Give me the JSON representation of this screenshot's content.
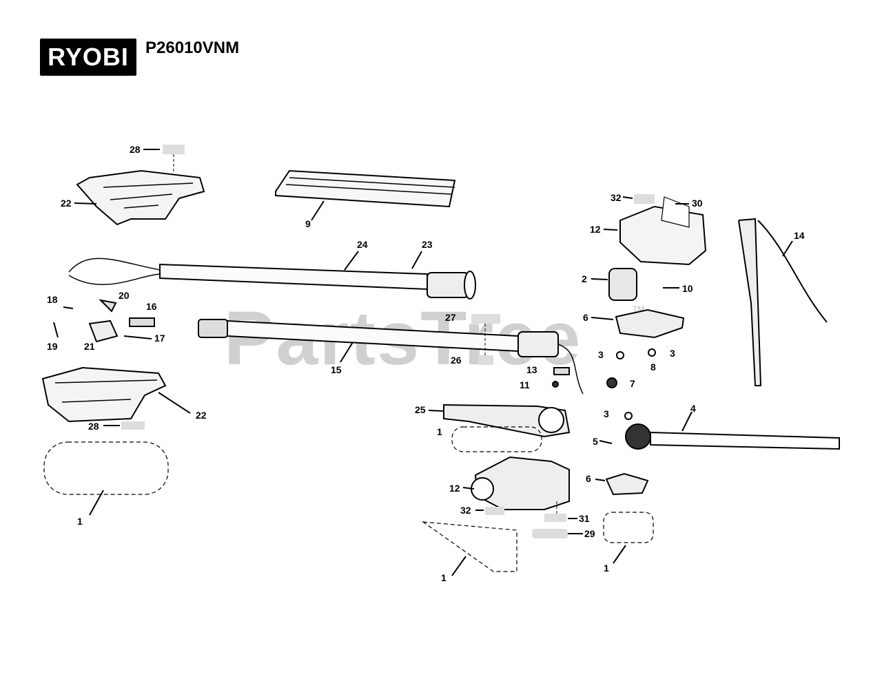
{
  "brand": {
    "logo_text": "RYOBI",
    "model": "P26010VNM"
  },
  "watermark": {
    "text": "PartsTree",
    "tm": "TM"
  },
  "callouts": [
    "28",
    "22",
    "9",
    "24",
    "23",
    "32",
    "30",
    "12",
    "14",
    "2",
    "10",
    "18",
    "20",
    "16",
    "19",
    "21",
    "17",
    "6",
    "27",
    "15",
    "3",
    "3",
    "8",
    "26",
    "13",
    "11",
    "7",
    "22",
    "28",
    "25",
    "3",
    "4",
    "1",
    "5",
    "6",
    "12",
    "32",
    "31",
    "29",
    "1",
    "1",
    "1"
  ]
}
